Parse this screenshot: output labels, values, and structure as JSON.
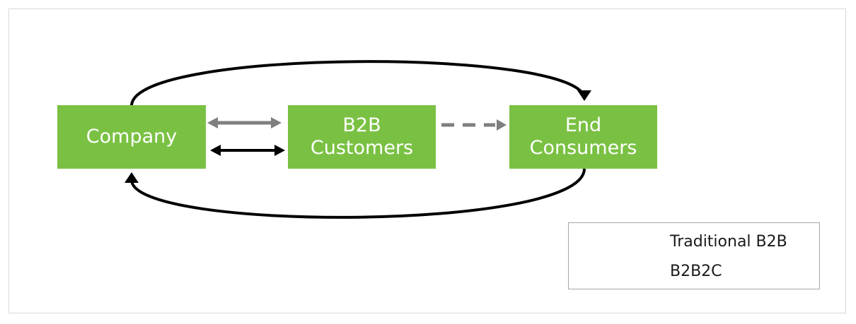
{
  "nodes": {
    "company": {
      "lines": [
        "Company"
      ]
    },
    "b2b_customers": {
      "lines": [
        "B2B",
        "Customers"
      ]
    },
    "end_consumers": {
      "lines": [
        "End",
        "Consumers"
      ]
    }
  },
  "legend": {
    "items": [
      {
        "label": "Traditional B2B",
        "color": "#7f7f7f"
      },
      {
        "label": "B2B2C",
        "color": "#000000"
      }
    ]
  },
  "colors": {
    "node_fill": "#7ac143",
    "traditional_arrow": "#7f7f7f",
    "b2b2c_arrow": "#000000"
  }
}
